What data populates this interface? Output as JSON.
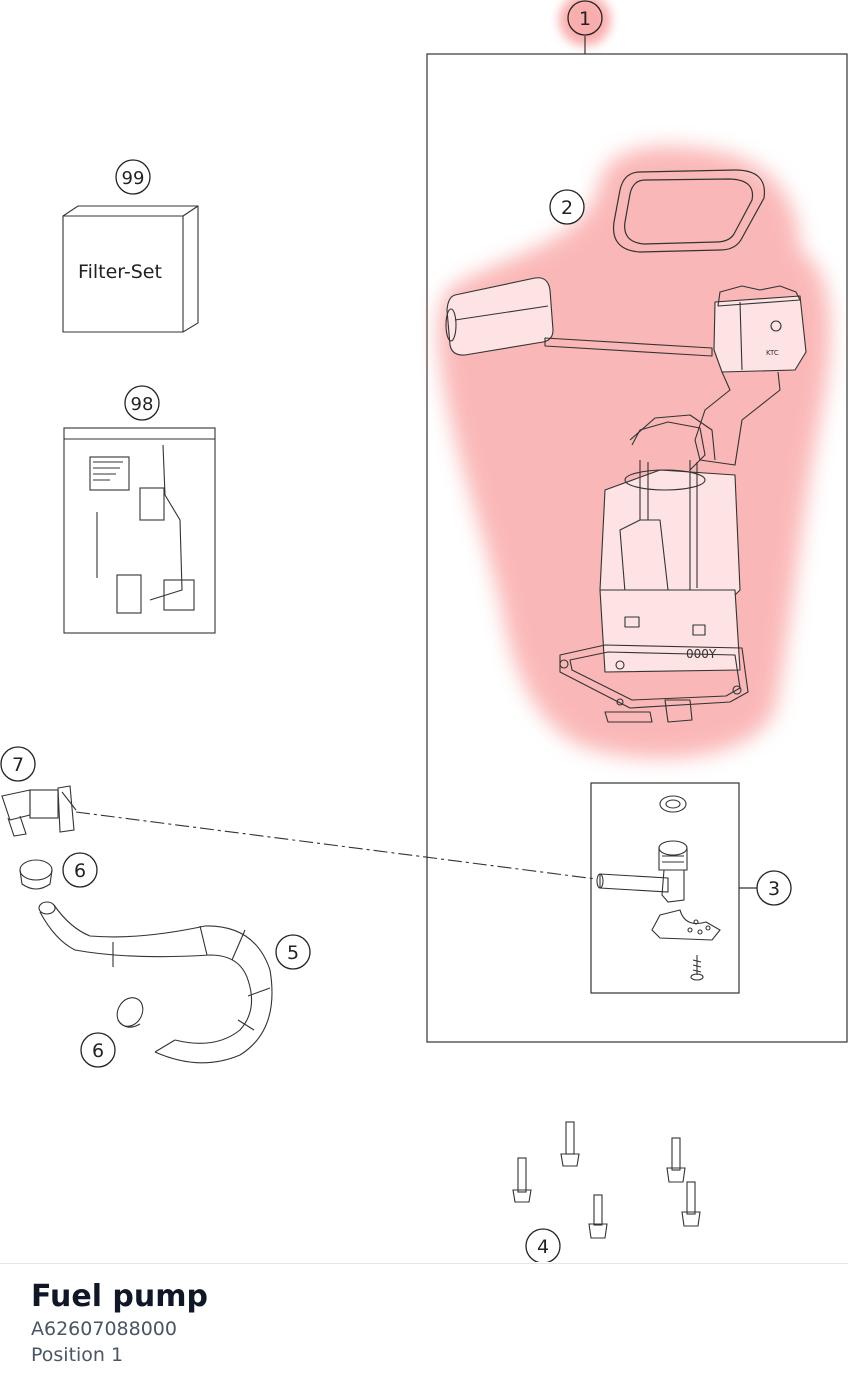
{
  "diagram": {
    "callouts": {
      "pos1": "1",
      "pos2": "2",
      "pos3": "3",
      "pos4": "4",
      "pos5": "5",
      "pos6a": "6",
      "pos6b": "6",
      "pos7": "7",
      "pos98": "98",
      "pos99": "99"
    },
    "filter_set_label": "Filter-Set",
    "pump_marking": "000Y",
    "highlight_color": "#f9a0a0"
  },
  "part": {
    "name": "Fuel pump",
    "number": "A62607088000",
    "position": "Position 1"
  }
}
